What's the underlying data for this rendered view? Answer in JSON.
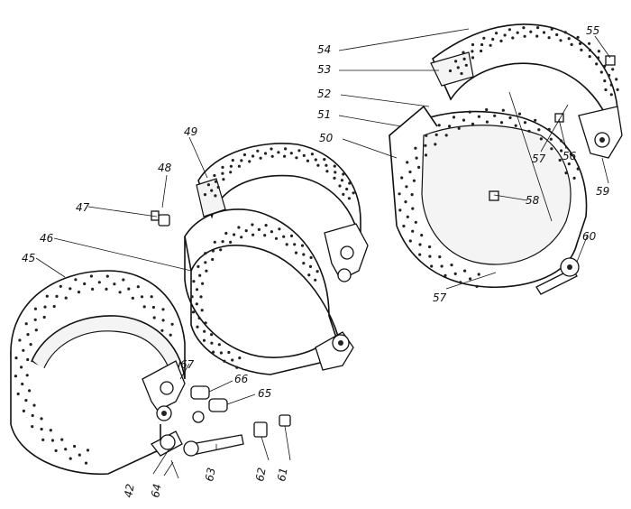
{
  "diagram": {
    "labels": [
      "42",
      "45",
      "46",
      "47",
      "48",
      "49",
      "50",
      "51",
      "52",
      "53",
      "54",
      "55",
      "56",
      "57",
      "57",
      "58",
      "59",
      "60",
      "61",
      "62",
      "63",
      "64",
      "65",
      "66",
      "67"
    ]
  },
  "colors": {
    "ink": "#111111",
    "paper": "#ffffff"
  }
}
